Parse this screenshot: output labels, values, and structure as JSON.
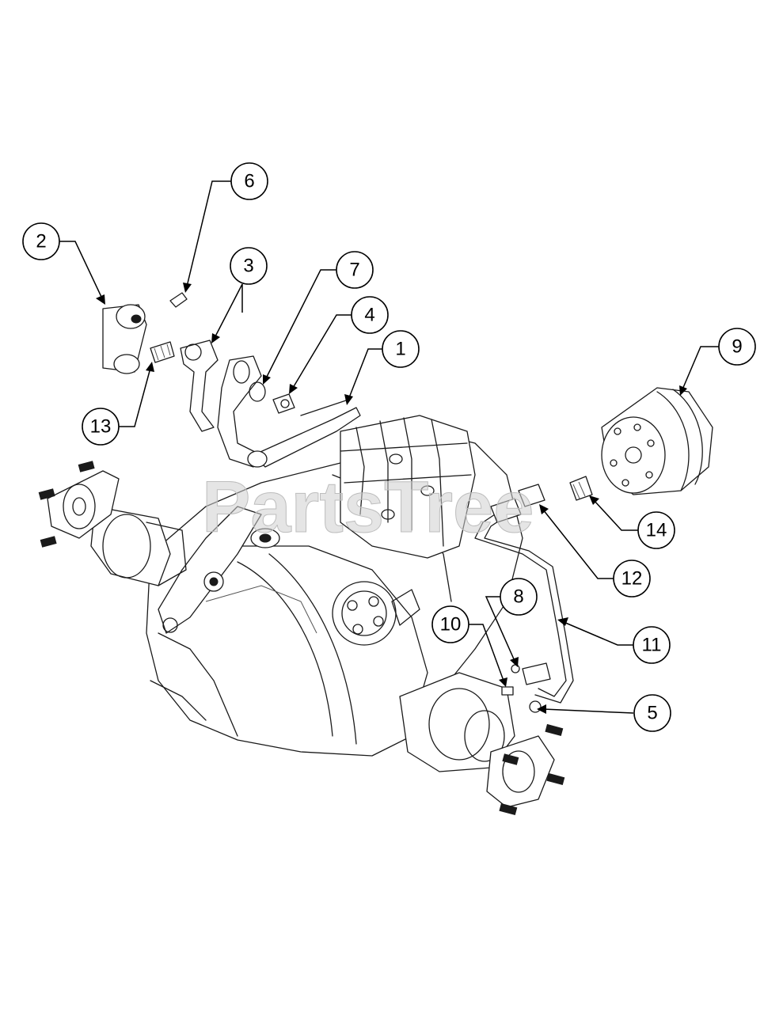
{
  "watermark": "PartsTree",
  "callouts": [
    "1",
    "2",
    "3",
    "4",
    "5",
    "6",
    "7",
    "8",
    "9",
    "10",
    "11",
    "12",
    "13",
    "14"
  ]
}
